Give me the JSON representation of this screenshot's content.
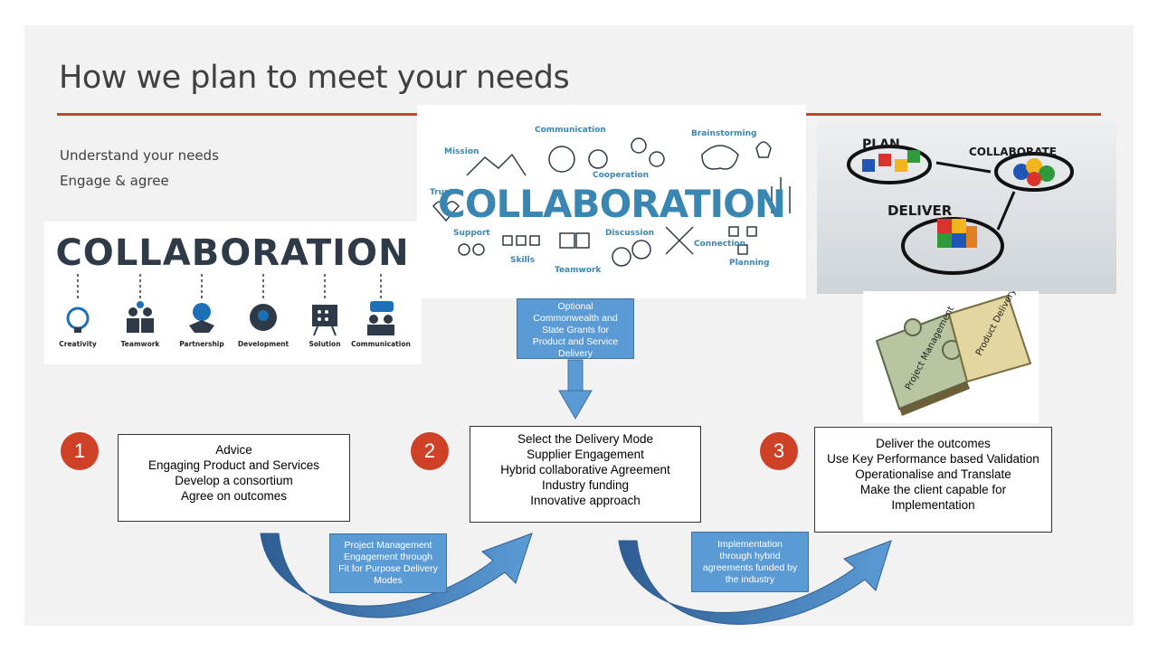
{
  "slide": {
    "title": "How we plan to meet your needs",
    "bullets": [
      "Understand your needs",
      "Engage & agree"
    ]
  },
  "collab_left": {
    "word": "COLLABORATION",
    "icons": [
      {
        "label": "Creativity",
        "icon": "lightbulb-icon"
      },
      {
        "label": "Teamwork",
        "icon": "team-icon"
      },
      {
        "label": "Partnership",
        "icon": "handshake-icon"
      },
      {
        "label": "Development",
        "icon": "gear-head-icon"
      },
      {
        "label": "Solution",
        "icon": "presentation-board-icon"
      },
      {
        "label": "Communication",
        "icon": "chat-people-icon"
      }
    ]
  },
  "collab_center": {
    "word": "COLLABORATION",
    "tags": [
      "Mission",
      "Communication",
      "Brainstorming",
      "Cooperation",
      "Trust",
      "Support",
      "Skills",
      "Teamwork",
      "Discussion",
      "Connection",
      "Planning"
    ]
  },
  "plan_image": {
    "labels": [
      "PLAN",
      "COLLABORATE",
      "DELIVER"
    ]
  },
  "puzzle": {
    "labels": [
      "Project Management",
      "Product Delivery"
    ]
  },
  "grants_note": {
    "lines": [
      "Optional",
      "Commonwealth and",
      "State Grants for",
      "Product and Service",
      "Delivery"
    ]
  },
  "steps": [
    {
      "number": "1",
      "lines": [
        "Advice",
        "Engaging Product and Services",
        "Develop a consortium",
        "Agree on outcomes"
      ]
    },
    {
      "number": "2",
      "lines": [
        "Select the Delivery Mode",
        "Supplier Engagement",
        "Hybrid collaborative Agreement",
        "Industry funding",
        "Innovative approach"
      ]
    },
    {
      "number": "3",
      "lines": [
        "Deliver the outcomes",
        "Use Key Performance based Validation",
        "Operationalise and Translate",
        "Make the client capable for",
        "Implementation"
      ]
    }
  ],
  "transition_notes": [
    {
      "lines": [
        "Project Management",
        "Engagement through",
        "Fit for Purpose Delivery",
        "Modes"
      ]
    },
    {
      "lines": [
        "Implementation",
        "through hybrid",
        "agreements funded by",
        "the industry"
      ]
    }
  ],
  "colors": {
    "accent": "#cf4126",
    "arrow": "#4a86c8",
    "arrow_dark": "#2e5d93",
    "note": "#5b9bd5"
  }
}
